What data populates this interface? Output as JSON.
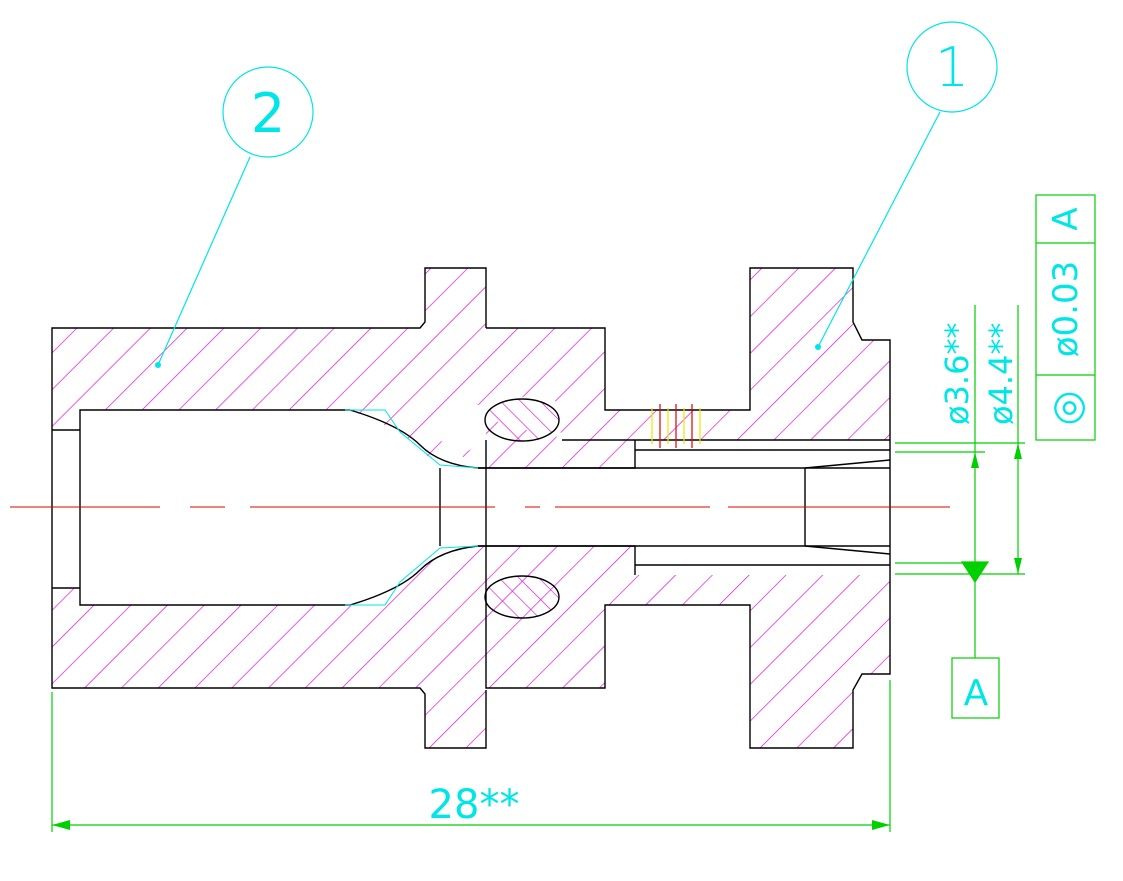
{
  "balloons": [
    {
      "label": "1"
    },
    {
      "label": "2"
    }
  ],
  "dimensions": {
    "overall_length": "28**",
    "inner_diameter": "ø3.6**",
    "outer_diameter": "ø4.4**"
  },
  "feature_control_frame": {
    "symbol": "◎",
    "tolerance": "ø0.03",
    "datum": "A"
  },
  "datum_box": {
    "label": "A"
  },
  "colors": {
    "outline": "#000000",
    "hatch": "#e000e0",
    "annotation": "#00e5e5",
    "dimension": "#00d000",
    "centerline": "#e00000",
    "thread": "#e8e800"
  }
}
